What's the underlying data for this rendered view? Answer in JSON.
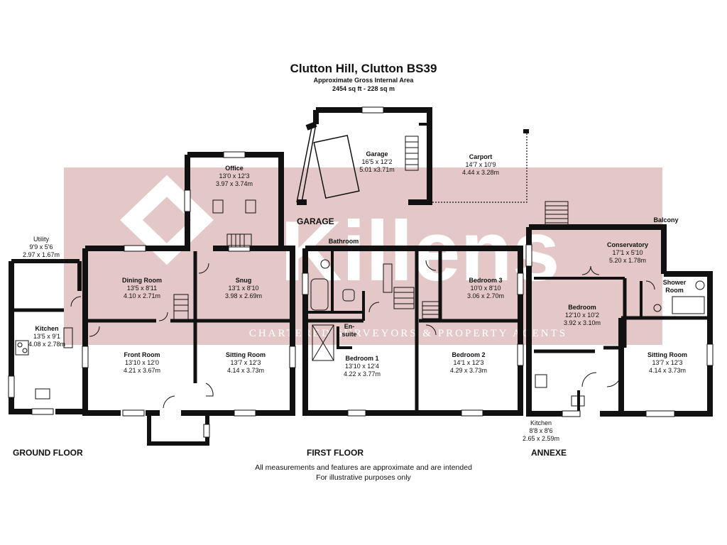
{
  "header": {
    "title": "Clutton Hill, Clutton BS39",
    "subtitle": "Approximate Gross Internal Area",
    "area": "2454 sq ft - 228 sq m"
  },
  "watermark": {
    "brand": "Killens",
    "tagline": "CHARTERED SURVEYORS & PROPERTY AGENTS",
    "color": "#e4c8c8"
  },
  "sections": {
    "ground": "GROUND FLOOR",
    "first": "FIRST FLOOR",
    "annexe": "ANNEXE",
    "garage": "GARAGE"
  },
  "rooms": {
    "utility": {
      "name": "Utility",
      "imperial": "9'9 x 5'6",
      "metric": "2.97 x 1.67m"
    },
    "kitchen": {
      "name": "Kitchen",
      "imperial": "13'5 x 9'1",
      "metric": "4.08 x 2.78m"
    },
    "dining": {
      "name": "Dining Room",
      "imperial": "13'5 x 8'11",
      "metric": "4.10 x 2.71m"
    },
    "office": {
      "name": "Office",
      "imperial": "13'0 x 12'3",
      "metric": "3.97 x 3.74m"
    },
    "snug": {
      "name": "Snug",
      "imperial": "13'1 x 8'10",
      "metric": "3.98 x 2.69m"
    },
    "front": {
      "name": "Front Room",
      "imperial": "13'10 x 12'0",
      "metric": "4.21 x 3.67m"
    },
    "sitting_gf": {
      "name": "Sitting Room",
      "imperial": "13'7 x 12'3",
      "metric": "4.14 x 3.73m"
    },
    "garage": {
      "name": "Garage",
      "imperial": "16'5 x 12'2",
      "metric": "5.01 x3.71m"
    },
    "carport": {
      "name": "Carport",
      "imperial": "14'7 x 10'9",
      "metric": "4.44 x 3.28m"
    },
    "bathroom": {
      "name": "Bathroom"
    },
    "ensuite": {
      "name1": "En-",
      "name2": "suite"
    },
    "bedroom1": {
      "name": "Bedroom 1",
      "imperial": "13'10 x 12'4",
      "metric": "4.22 x 3.77m"
    },
    "bedroom2": {
      "name": "Bedroom 2",
      "imperial": "14'1 x 12'3",
      "metric": "4.29 x 3.73m"
    },
    "bedroom3": {
      "name": "Bedroom 3",
      "imperial": "10'0 x 8'10",
      "metric": "3.06 x 2.70m"
    },
    "balcony": {
      "name": "Balcony"
    },
    "conservatory": {
      "name": "Conservatory",
      "imperial": "17'1 x 5'10",
      "metric": "5.20 x 1.78m"
    },
    "shower": {
      "name1": "Shower",
      "name2": "Room"
    },
    "bedroom_annexe": {
      "name": "Bedroom",
      "imperial": "12'10 x 10'2",
      "metric": "3.92 x 3.10m"
    },
    "sitting_annexe": {
      "name": "Sitting Room",
      "imperial": "13'7 x 12'3",
      "metric": "4.14 x 3.73m"
    },
    "kitchen_annexe": {
      "name": "Kitchen",
      "imperial": "8'8 x 8'6",
      "metric": "2.65 x 2.59m"
    }
  },
  "footer": {
    "line1": "All measurements and features are approximate and are intended",
    "line2": "For illustrative purposes only"
  },
  "colors": {
    "wall": "#111111",
    "watermark": "#e4c8c8"
  }
}
